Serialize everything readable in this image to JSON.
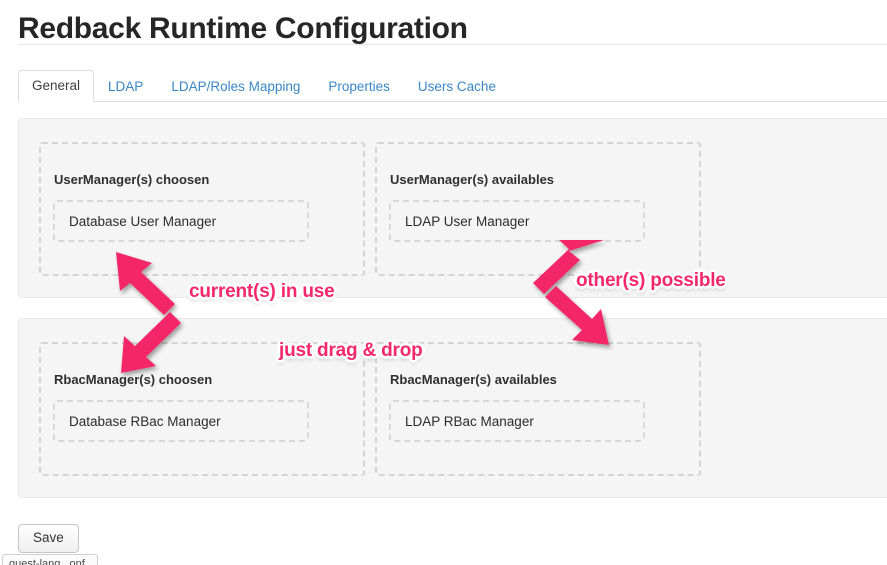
{
  "page": {
    "title": "Redback Runtime Configuration"
  },
  "tabs": [
    {
      "label": "General",
      "active": true
    },
    {
      "label": "LDAP",
      "active": false
    },
    {
      "label": "LDAP/Roles Mapping",
      "active": false
    },
    {
      "label": "Properties",
      "active": false
    },
    {
      "label": "Users Cache",
      "active": false
    }
  ],
  "panels": [
    {
      "id": "user",
      "chosen": {
        "label": "UserManager(s) choosen",
        "items": [
          "Database User Manager"
        ]
      },
      "available": {
        "label": "UserManager(s) availables",
        "items": [
          "LDAP User Manager"
        ]
      }
    },
    {
      "id": "rbac",
      "chosen": {
        "label": "RbacManager(s) choosen",
        "items": [
          "Database RBac Manager"
        ]
      },
      "available": {
        "label": "RbacManager(s) availables",
        "items": [
          "LDAP RBac Manager"
        ]
      }
    }
  ],
  "actions": {
    "save_label": "Save"
  },
  "bottom_chip": {
    "text": "quest-lang...onf"
  },
  "annotations": [
    {
      "id": "current",
      "text": "current(s) in use"
    },
    {
      "id": "other",
      "text": "other(s) possible"
    },
    {
      "id": "drag",
      "text": "just drag & drop"
    }
  ],
  "colors": {
    "accent_link": "#3a87c8",
    "annotation_pink": "#f4286a",
    "panel_bg": "#f5f5f5",
    "dashed_border": "#d4d4d4"
  }
}
